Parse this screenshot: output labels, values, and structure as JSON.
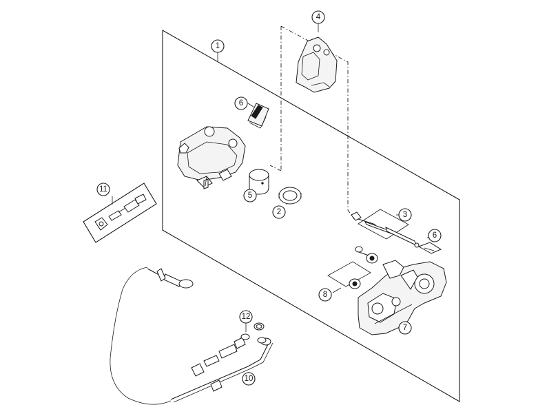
{
  "callouts": [
    {
      "id": "c1",
      "text": "1"
    },
    {
      "id": "c2",
      "text": "2"
    },
    {
      "id": "c3",
      "text": "3"
    },
    {
      "id": "c4",
      "text": "4"
    },
    {
      "id": "c5",
      "text": "5"
    },
    {
      "id": "c6a",
      "text": "6"
    },
    {
      "id": "c6b",
      "text": "6"
    },
    {
      "id": "c7",
      "text": "7"
    },
    {
      "id": "c8",
      "text": "8"
    },
    {
      "id": "c10",
      "text": "10"
    },
    {
      "id": "c11",
      "text": "11"
    },
    {
      "id": "c12",
      "text": "12"
    }
  ],
  "colors": {
    "line": "#1a1a1a",
    "background": "#ffffff"
  }
}
